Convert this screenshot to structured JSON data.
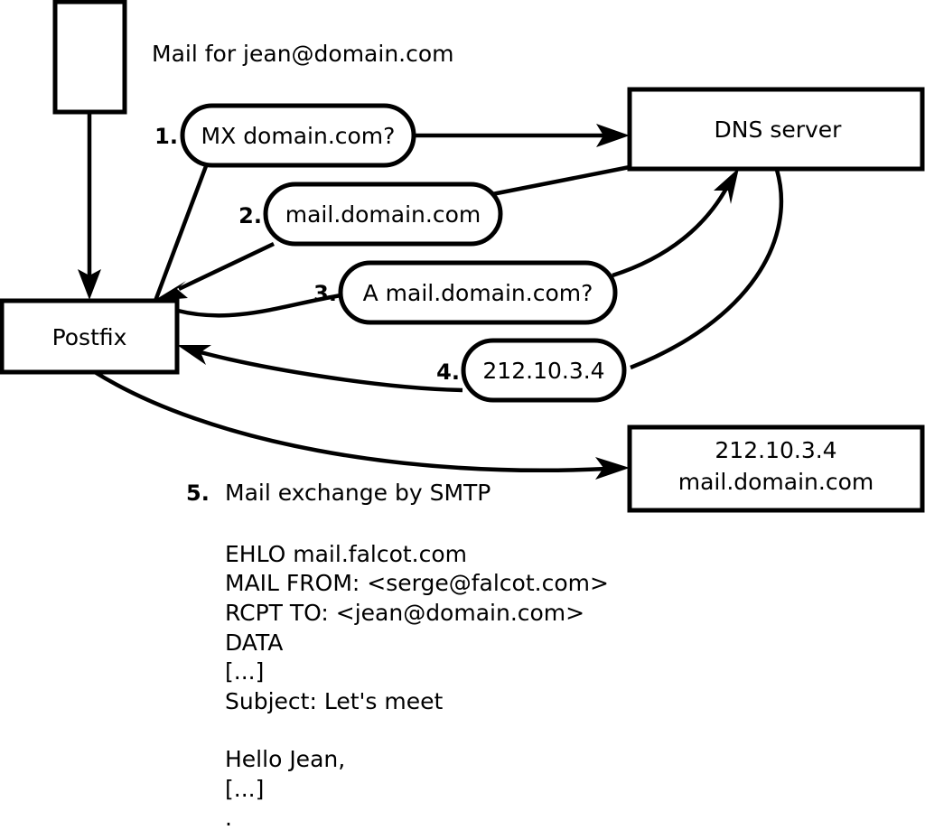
{
  "diagram": {
    "title_note": "Mail for jean@domain.com",
    "nodes": [
      {
        "id": "client",
        "label": ""
      },
      {
        "id": "postfix",
        "label": "Postfix"
      },
      {
        "id": "dns",
        "label": "DNS server"
      },
      {
        "id": "mailserver",
        "line1": "212.10.3.4",
        "line2": "mail.domain.com"
      }
    ],
    "steps": [
      {
        "num": "1.",
        "label": "MX domain.com?"
      },
      {
        "num": "2.",
        "label": "mail.domain.com"
      },
      {
        "num": "3.",
        "label": "A mail.domain.com?"
      },
      {
        "num": "4.",
        "label": "212.10.3.4"
      }
    ],
    "step5": {
      "num": "5.",
      "label": "Mail exchange by SMTP"
    },
    "transcript": [
      "EHLO mail.falcot.com",
      "MAIL FROM: <serge@falcot.com>",
      "RCPT TO: <jean@domain.com>",
      "DATA",
      "[...]",
      "Subject: Let's meet",
      "",
      "Hello Jean,",
      "[...]",
      "",
      "."
    ],
    "colors": {
      "stroke": "#000000",
      "fill": "#ffffff",
      "background": "#ffffff"
    }
  }
}
